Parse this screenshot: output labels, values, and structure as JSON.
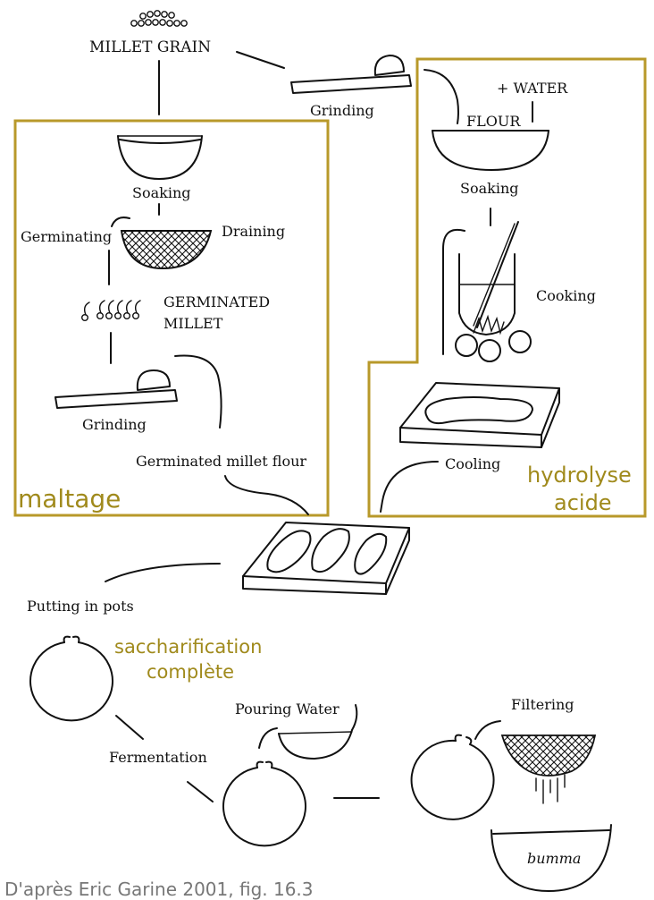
{
  "labels": {
    "millet_grain": "MILLET GRAIN",
    "grinding_top": "Grinding",
    "water": "+ WATER",
    "flour": "FLOUR",
    "soaking_left": "Soaking",
    "soaking_right": "Soaking",
    "germinating": "Germinating",
    "draining": "Draining",
    "germinated": "GERMINATED",
    "millet": "MILLET",
    "cooking": "Cooking",
    "grinding_mid": "Grinding",
    "germinated_flour": "Germinated millet flour",
    "cooling": "Cooling",
    "putting_in_pots": "Putting in pots",
    "pouring_water": "Pouring Water",
    "filtering": "Filtering",
    "fermentation": "Fermentation",
    "bumma": "bumma"
  },
  "stages": {
    "maltage": "maltage",
    "hydrolyse_line1": "hydrolyse",
    "hydrolyse_line2": "acide",
    "saccharification_line1": "saccharification",
    "saccharification_line2": "complète"
  },
  "credit": "D'après Eric Garine 2001, fig. 16.3",
  "colors": {
    "stage_box": "#b8992a",
    "stage_text": "#a08a1c",
    "ink": "#111111",
    "credit": "#777777"
  }
}
